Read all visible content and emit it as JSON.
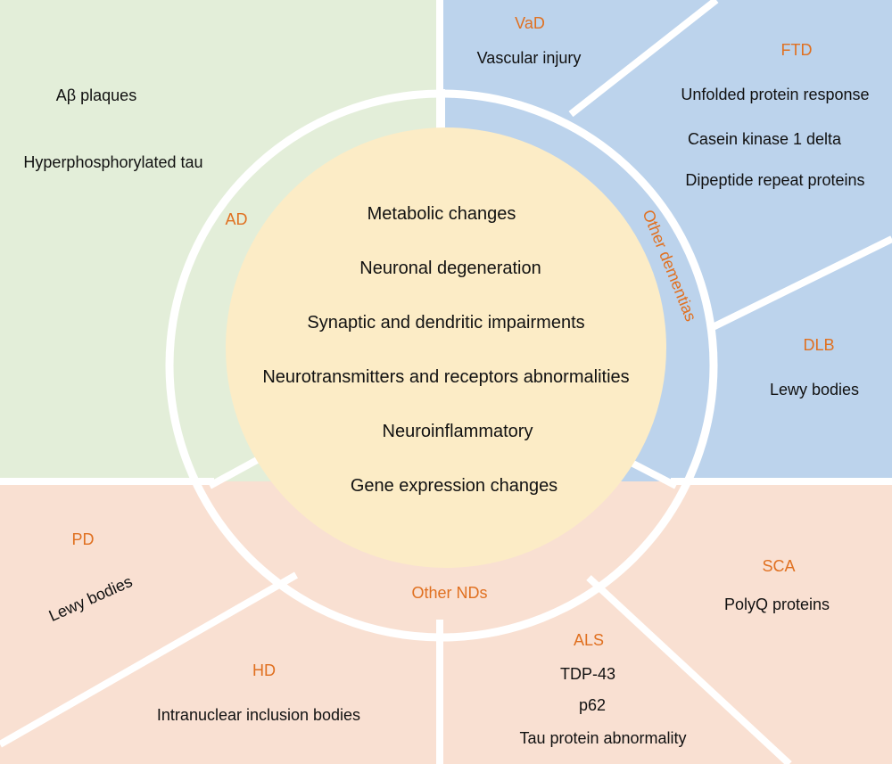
{
  "colors": {
    "ad_fill": "#e3eed9",
    "dementia_fill": "#bcd3ec",
    "nd_fill": "#f9e0d2",
    "core_fill": "#fcecc6",
    "label_accent": "#e07020",
    "divider": "#ffffff"
  },
  "core": {
    "items": [
      "Metabolic changes",
      "Neuronal degeneration",
      "Synaptic and dendritic impairments",
      "Neurotransmitters and receptors abnormalities",
      "Neuroinflammatory",
      "Gene expression changes"
    ]
  },
  "ring_labels": {
    "ad": "AD",
    "other_dementias": "Other dementias",
    "other_nds": "Other NDs"
  },
  "sectors": {
    "ad": {
      "terms": [
        "Aβ plaques",
        "Hyperphosphorylated tau"
      ]
    },
    "vad": {
      "label": "VaD",
      "terms": [
        "Vascular injury"
      ]
    },
    "ftd": {
      "label": "FTD",
      "terms": [
        "Unfolded protein response",
        "Casein kinase 1 delta",
        "Dipeptide repeat proteins"
      ]
    },
    "dlb": {
      "label": "DLB",
      "terms": [
        "Lewy bodies"
      ]
    },
    "pd": {
      "label": "PD",
      "terms": [
        "Lewy bodies"
      ]
    },
    "hd": {
      "label": "HD",
      "terms": [
        "Intranuclear inclusion bodies"
      ]
    },
    "als": {
      "label": "ALS",
      "terms": [
        "TDP-43",
        "p62",
        "Tau protein abnormality"
      ]
    },
    "sca": {
      "label": "SCA",
      "terms": [
        "PolyQ proteins"
      ]
    }
  }
}
